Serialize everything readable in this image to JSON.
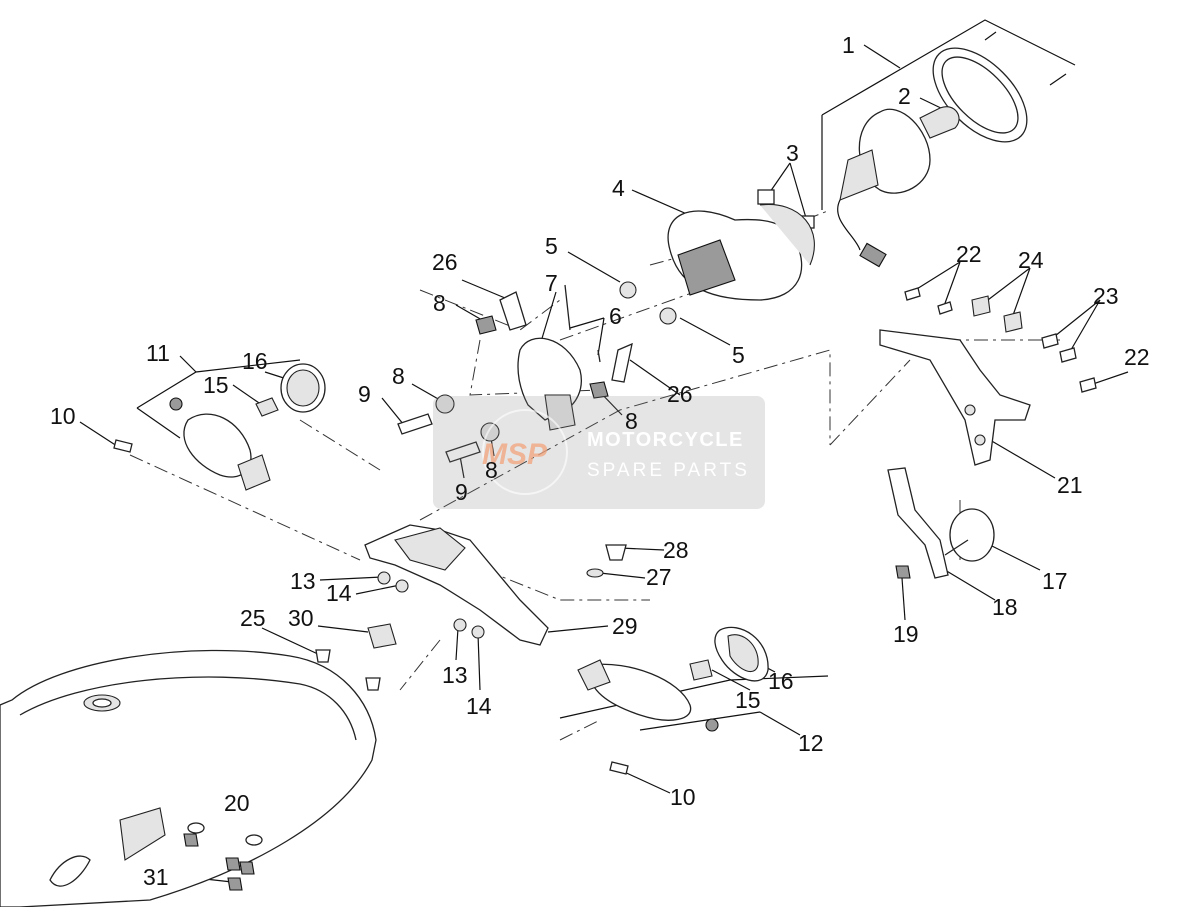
{
  "labels": {
    "l1": "1",
    "l2": "2",
    "l3": "3",
    "l4": "4",
    "l5a": "5",
    "l5b": "5",
    "l6": "6",
    "l7": "7",
    "l8a": "8",
    "l8b": "8",
    "l8c": "8",
    "l8d": "8",
    "l9a": "9",
    "l9b": "9",
    "l10a": "10",
    "l10b": "10",
    "l11": "11",
    "l12": "12",
    "l13a": "13",
    "l13b": "13",
    "l14a": "14",
    "l14b": "14",
    "l15a": "15",
    "l15b": "15",
    "l16a": "16",
    "l16b": "16",
    "l17": "17",
    "l18": "18",
    "l19": "19",
    "l20": "20",
    "l21": "21",
    "l22a": "22",
    "l22b": "22",
    "l23": "23",
    "l24": "24",
    "l25": "25",
    "l26a": "26",
    "l26b": "26",
    "l27": "27",
    "l28": "28",
    "l29": "29",
    "l30": "30",
    "l31": "31"
  },
  "watermark": {
    "logo": "MSP",
    "title": "MOTORCYCLE",
    "subtitle": "SPARE PARTS"
  }
}
